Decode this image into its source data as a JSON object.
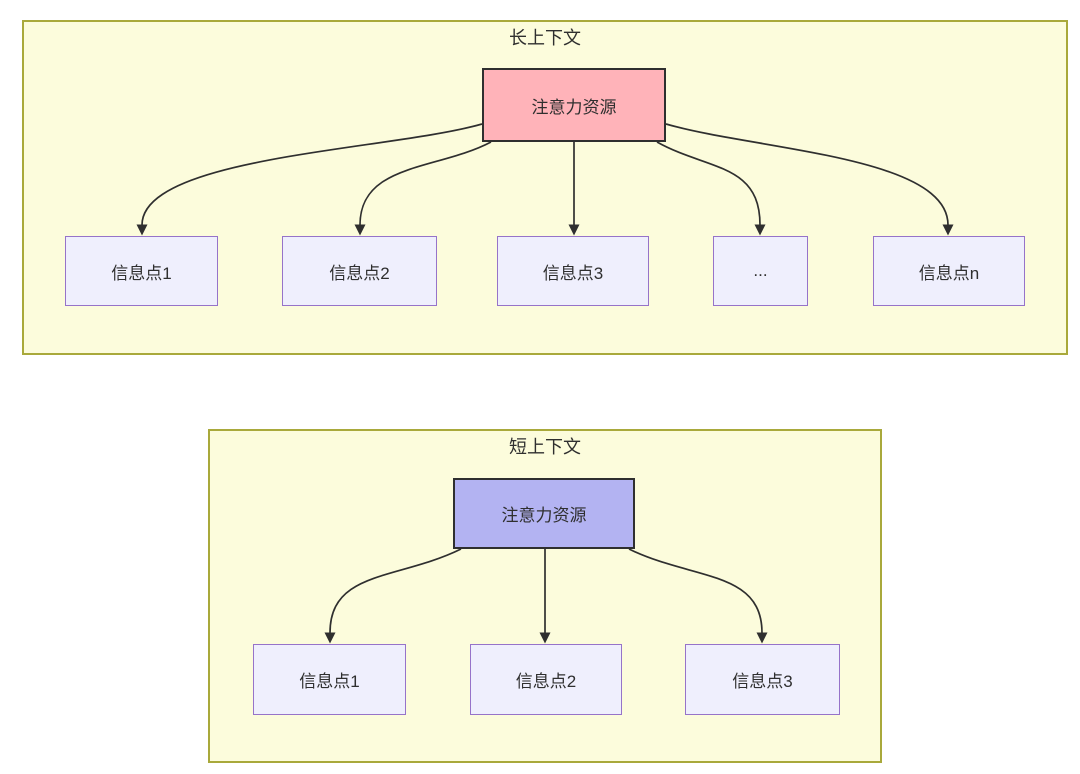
{
  "diagram": {
    "colors": {
      "container_fill": "#fcfcdc",
      "container_border": "#a9a93b",
      "attention_long_fill": "#ffb3b9",
      "attention_short_fill": "#b3b3f2",
      "node_fill": "#efeffd",
      "node_border": "#9673c9",
      "line_color": "#2f2f2f"
    },
    "long_context": {
      "title": "长上下文",
      "attention_label": "注意力资源",
      "nodes": [
        "信息点1",
        "信息点2",
        "信息点3",
        "...",
        "信息点n"
      ]
    },
    "short_context": {
      "title": "短上下文",
      "attention_label": "注意力资源",
      "nodes": [
        "信息点1",
        "信息点2",
        "信息点3"
      ]
    }
  }
}
